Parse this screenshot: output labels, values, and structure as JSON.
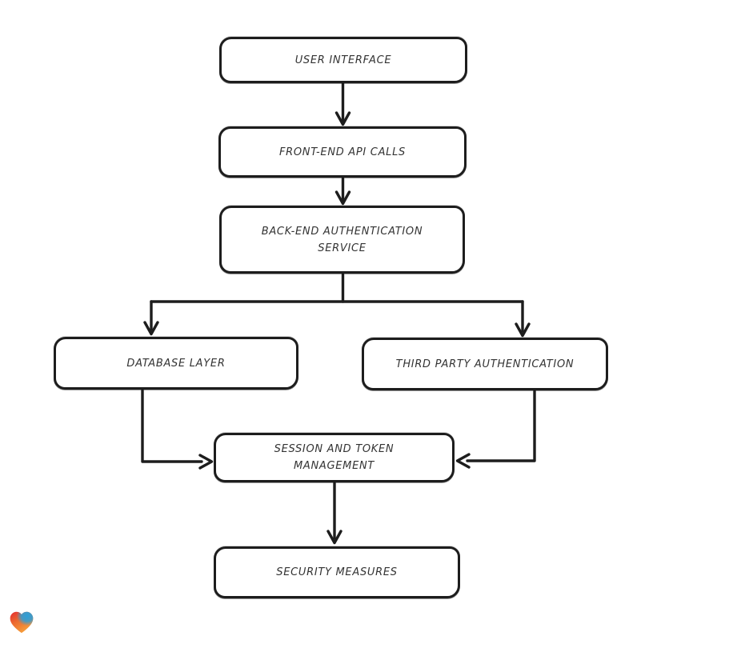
{
  "app": {
    "background_color": "#ffffff"
  },
  "diagram": {
    "type": "flowchart",
    "direction": "top-down",
    "style": "hand-drawn-sketch",
    "stroke_color": "#1d1d1d",
    "node_fill_color": "#ffffff",
    "text_color": "#333333",
    "nodes": {
      "user_interface": {
        "label": "USER INTERFACE"
      },
      "front_end_api_calls": {
        "label": "FRONT-END API CALLS"
      },
      "back_end_authentication_service": {
        "label": "BACK-END AUTHENTICATION SERVICE"
      },
      "database_layer": {
        "label": "DATABASE LAYER"
      },
      "third_party_authentication": {
        "label": "THIRD PARTY AUTHENTICATION"
      },
      "session_and_token_management": {
        "label": "SESSION AND TOKEN MANAGEMENT"
      },
      "security_measures": {
        "label": "SECURITY MEASURES"
      }
    },
    "edges": [
      {
        "from": "user_interface",
        "to": "front_end_api_calls"
      },
      {
        "from": "front_end_api_calls",
        "to": "back_end_authentication_service"
      },
      {
        "from": "back_end_authentication_service",
        "to": "database_layer"
      },
      {
        "from": "back_end_authentication_service",
        "to": "third_party_authentication"
      },
      {
        "from": "database_layer",
        "to": "session_and_token_management"
      },
      {
        "from": "third_party_authentication",
        "to": "session_and_token_management"
      },
      {
        "from": "session_and_token_management",
        "to": "security_measures"
      }
    ]
  },
  "watermark": {
    "icon": "heart-icon",
    "gradient_colors": [
      "#e42b30",
      "#2d9fd8",
      "#f59d33"
    ]
  }
}
